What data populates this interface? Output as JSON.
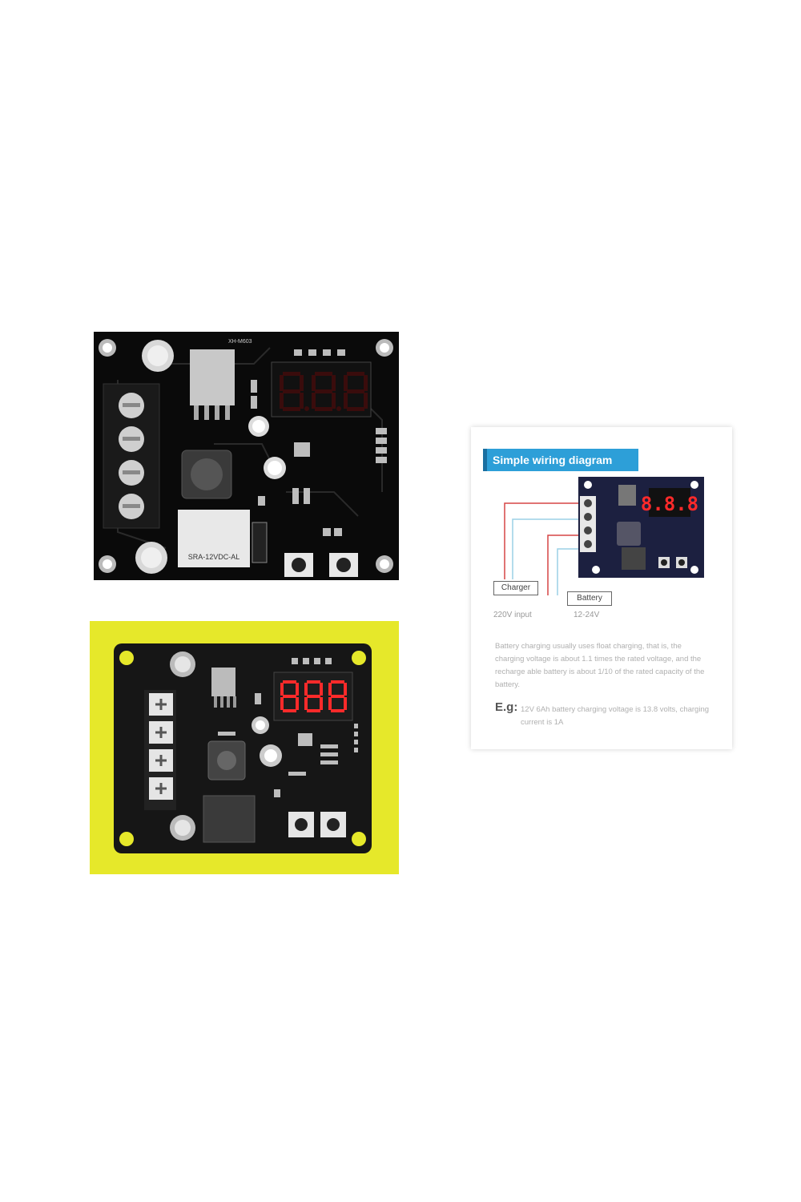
{
  "wiring_card": {
    "title": "Simple wiring diagram",
    "charger_label": "Charger",
    "charger_sub": "220V input",
    "battery_label": "Battery",
    "battery_sub": "12-24V",
    "paragraph": "Battery charging usually uses float charging, that is, the charging voltage is about 1.1 times the rated voltage, and the recharge able battery is about 1/10 of the rated capacity of the battery.",
    "eg_label": "E.g:",
    "eg_text": "12V 6Ah battery charging voltage is 13.8 volts, charging current is 1A"
  },
  "boards": {
    "top_board_silkscreen": "XH-M603",
    "relay_text": "SRA-12VDC-AL",
    "display_value": "8.8.8"
  },
  "colors": {
    "pcb_black": "#0a0a0a",
    "box_yellow": "#e6e82a",
    "diagram_accent": "#2d9fd8",
    "diagram_pcb": "#1c2040",
    "segment_red": "#ff2a2a"
  }
}
